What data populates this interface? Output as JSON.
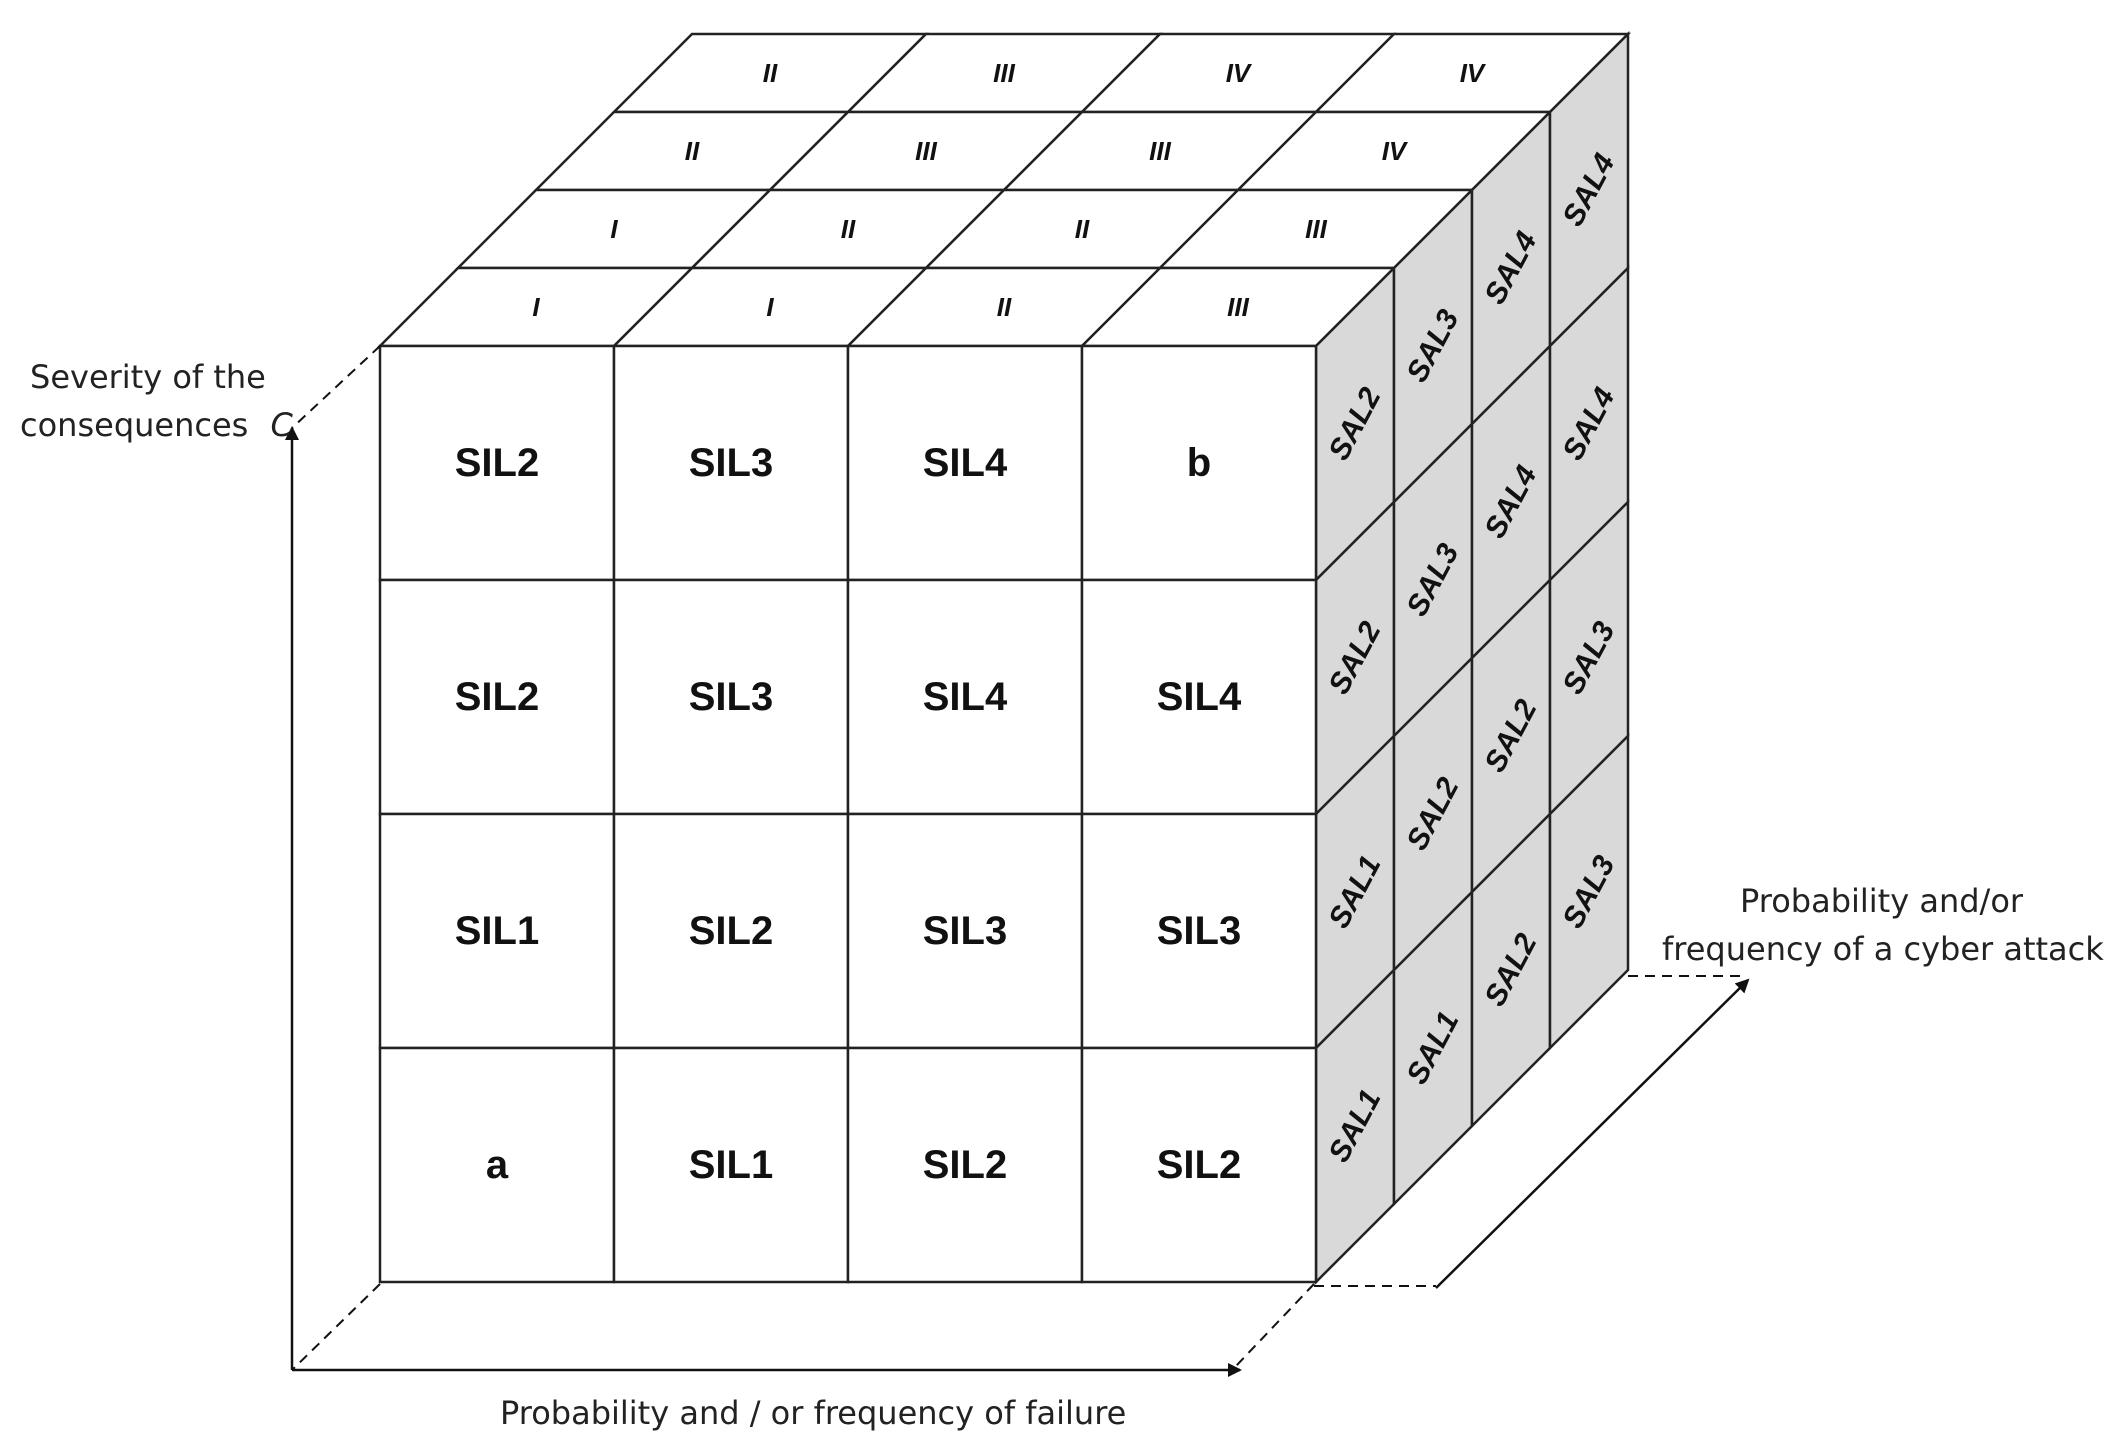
{
  "diagram": {
    "axes": {
      "vertical_label_line1": "Severity of the",
      "vertical_label_line2": "consequences",
      "vertical_label_symbol": "C",
      "horizontal_label": "Probability and / or frequency of failure",
      "depth_label_line1": "Probability and/or",
      "depth_label_line2": "frequency of a cyber attack"
    },
    "front_face": [
      [
        "SIL2",
        "SIL3",
        "SIL4",
        "b"
      ],
      [
        "SIL2",
        "SIL3",
        "SIL4",
        "SIL4"
      ],
      [
        "SIL1",
        "SIL2",
        "SIL3",
        "SIL3"
      ],
      [
        "a",
        "SIL1",
        "SIL2",
        "SIL2"
      ]
    ],
    "top_face": [
      [
        "II",
        "III",
        "IV",
        "IV"
      ],
      [
        "II",
        "III",
        "III",
        "IV"
      ],
      [
        "I",
        "II",
        "II",
        "III"
      ],
      [
        "I",
        "I",
        "II",
        "III"
      ]
    ],
    "side_face": [
      [
        "SAL2",
        "SAL3",
        "SAL4",
        "SAL4"
      ],
      [
        "SAL2",
        "SAL3",
        "SAL4",
        "SAL4"
      ],
      [
        "SAL1",
        "SAL2",
        "SAL2",
        "SAL3"
      ],
      [
        "SAL1",
        "SAL1",
        "SAL2",
        "SAL3"
      ]
    ],
    "colors": {
      "front_fill": "#ffffff",
      "top_fill": "#ffffff",
      "side_fill": "#d9d9d9",
      "line": "#222222"
    }
  }
}
